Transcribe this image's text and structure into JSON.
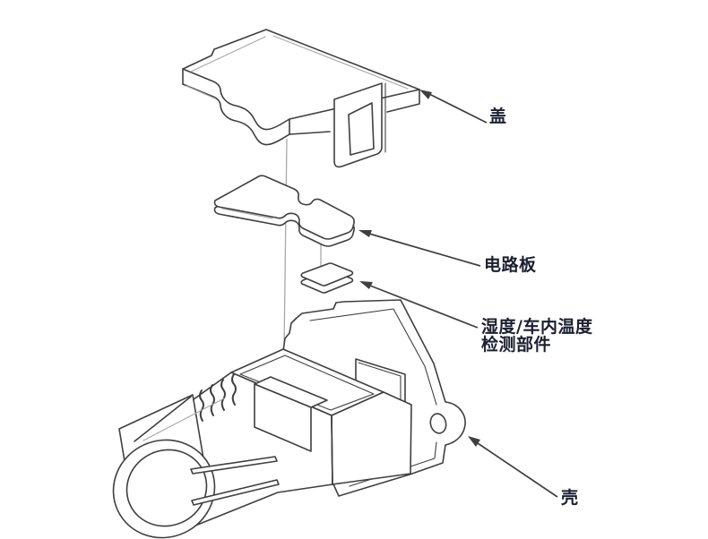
{
  "figure": {
    "type": "exploded-parts-diagram",
    "colors": {
      "background": "#ffffff",
      "outline": "#3f3f3f",
      "accent": "#a8a8a8",
      "label_text": "#1b2030"
    },
    "labels": {
      "cover": "盖",
      "circuit_board": "电路板",
      "sensor_element_line1": "湿度/车内温度",
      "sensor_element_line2": "检测部件",
      "case": "壳"
    },
    "parts": [
      "cover",
      "circuit-board",
      "sensor-element",
      "case"
    ]
  }
}
